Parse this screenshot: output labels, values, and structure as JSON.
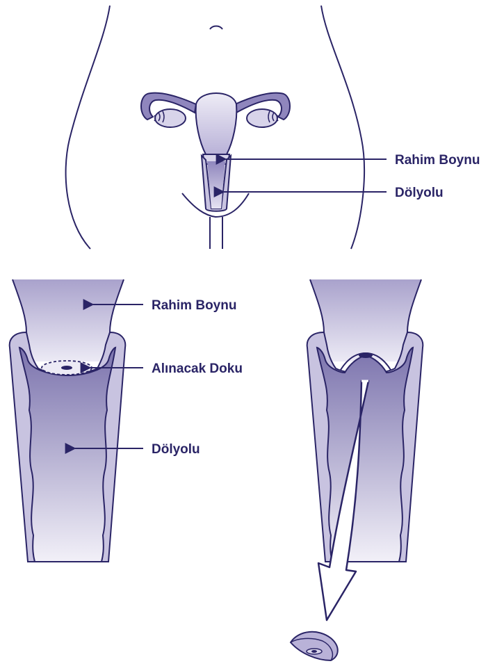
{
  "labels": {
    "top_cervix": "Rahim Boynu",
    "top_vagina": "Dölyolu",
    "left_cervix": "Rahim Boynu",
    "left_tissue": "Alınacak Doku",
    "left_vagina": "Dölyolu"
  },
  "colors": {
    "outline": "#2a2466",
    "fill_light": "#d8d4ea",
    "fill_mid": "#a9a2cc",
    "fill_dark": "#7b73ad",
    "organ_mid": "#8f86bd"
  }
}
